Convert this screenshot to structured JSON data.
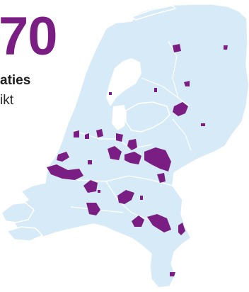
{
  "headline": {
    "number_fragment": "70",
    "line1_fragment": "aties",
    "line2_fragment": "ikt"
  },
  "colors": {
    "highlight": "#7b1e83",
    "land": "#d6ebf7",
    "water_border": "#ffffff",
    "text": "#1f1f1f"
  },
  "map": {
    "region": "Netherlands",
    "highlighted_area_count_visible": 30
  }
}
